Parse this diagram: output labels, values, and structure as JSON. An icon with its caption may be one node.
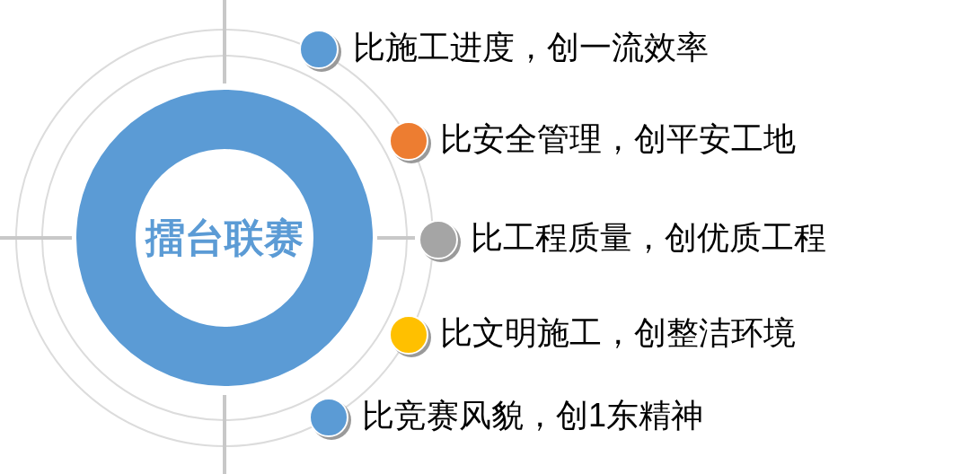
{
  "diagram": {
    "nodes": [
      {
        "text": [
          "擂台联赛"
        ]
      },
      {
        "text": [],
        "shape": "circle",
        "beside": [
          "比施工进度，创一流效率"
        ]
      },
      {
        "text": [],
        "shape": "circle",
        "beside": [
          "比安全管理，创平安工地"
        ]
      },
      {
        "text": [],
        "shape": "circle",
        "beside": [
          "比工程质量，创优质工程"
        ]
      },
      {
        "text": [],
        "shape": "circle",
        "beside": [
          "比文明施工，创整洁环境"
        ]
      },
      {
        "text": [],
        "shape": "circle",
        "beside": [
          "比竞赛风貌，创1东精神"
        ]
      }
    ],
    "edges": []
  }
}
